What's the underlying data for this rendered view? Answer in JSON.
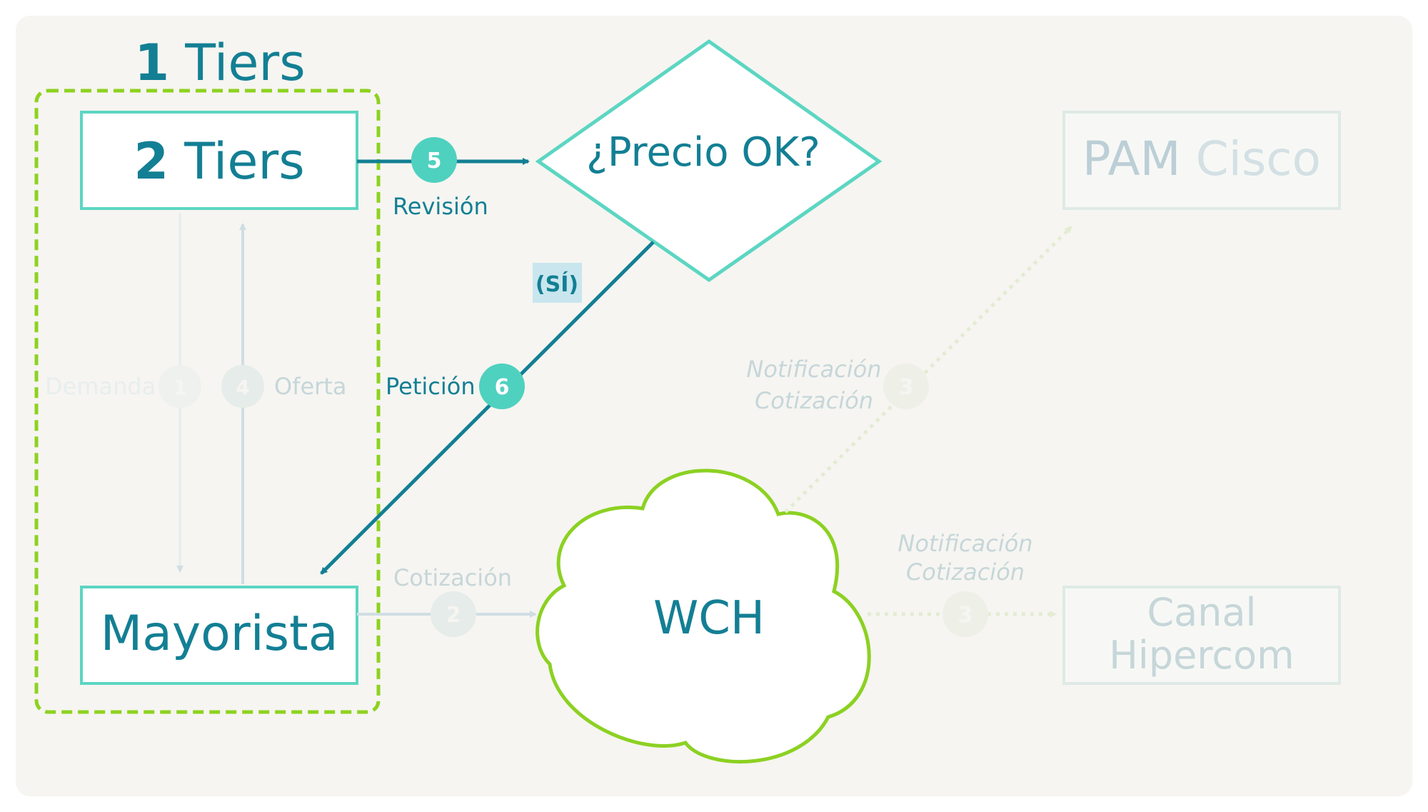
{
  "title": {
    "number": "1",
    "word": "Tiers"
  },
  "nodes": {
    "two_tiers": {
      "number": "2",
      "word": "Tiers"
    },
    "mayorista": "Mayorista",
    "decision": "¿Precio OK?",
    "wch": "WCH",
    "pam": {
      "part1": "PAM",
      "part2": "Cisco"
    },
    "canal": {
      "line1": "Canal",
      "line2": "Hipercom"
    }
  },
  "edges": {
    "demanda": {
      "label": "Demanda",
      "step": "1"
    },
    "oferta": {
      "label": "Oferta",
      "step": "4"
    },
    "revision": {
      "label": "Revisión",
      "step": "5"
    },
    "peticion": {
      "label": "Petición",
      "step": "6",
      "badge": "(SÍ)"
    },
    "cotizacion": {
      "label": "Cotización",
      "step": "2"
    },
    "notif_pam": {
      "line1": "Notificación",
      "line2": "Cotización",
      "step": "3"
    },
    "notif_canal": {
      "line1": "Notificación",
      "line2": "Cotización",
      "step": "3"
    }
  },
  "colors": {
    "background": "#f6f5f1",
    "node_border": "#5cd6c2",
    "text_dark": "#137f94",
    "accent_teal": "#4fd1bf",
    "group_dash": "#8dd21f",
    "cloud_border": "#8cd123",
    "faded_line": "#cfdee3",
    "faded_text": "#bfd4da",
    "faded_node_border": "#dfeae6",
    "faded_dotted": "#e3ecd2",
    "badge_bg": "#c9e6ee"
  }
}
